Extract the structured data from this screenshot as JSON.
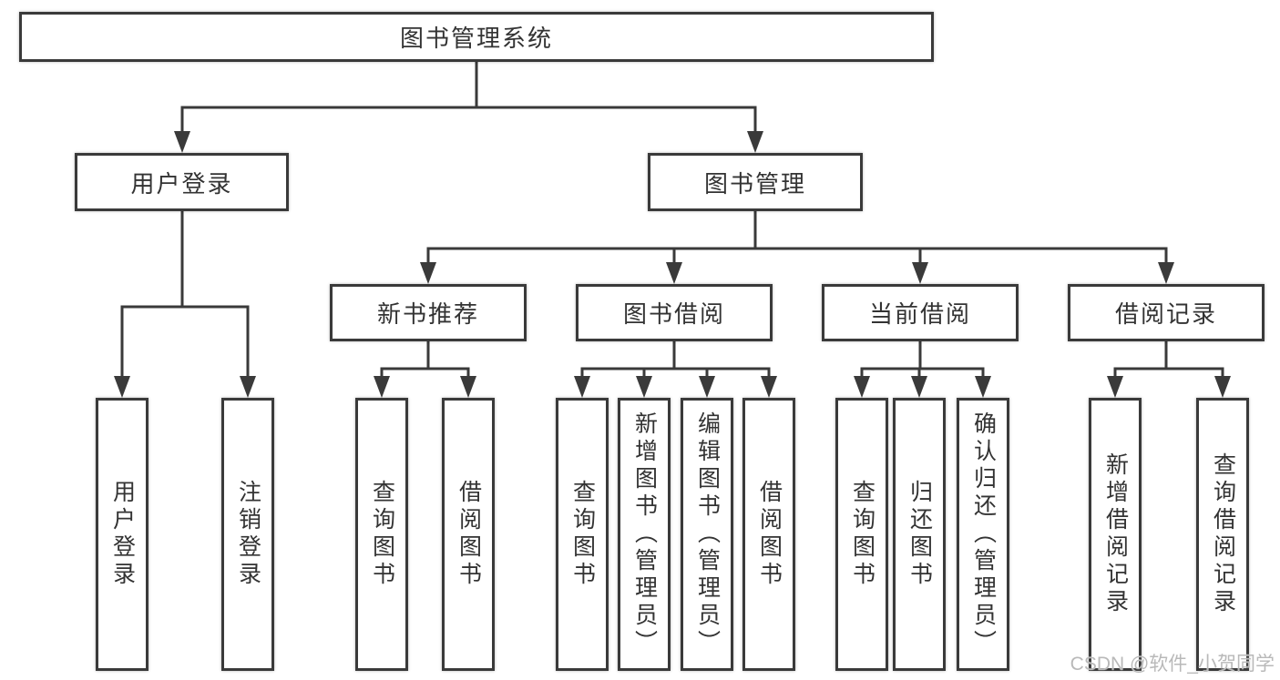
{
  "watermark": "CSDN @软件_小贺同学",
  "colors": {
    "line": "#3a3a3a",
    "box_border": "#3a3a3a",
    "box_bg": "#ffffff",
    "text": "#333333",
    "watermark": "#b9b9b9"
  },
  "diagram": {
    "root": {
      "label": "图书管理系统"
    },
    "branches": [
      {
        "label": "用户登录",
        "children": [
          {
            "label": "用户登录"
          },
          {
            "label": "注销登录"
          }
        ]
      },
      {
        "label": "图书管理",
        "children": [
          {
            "label": "新书推荐",
            "children": [
              {
                "label": "查询图书"
              },
              {
                "label": "借阅图书"
              }
            ]
          },
          {
            "label": "图书借阅",
            "children": [
              {
                "label": "查询图书"
              },
              {
                "label": "新增图书（管理员）"
              },
              {
                "label": "编辑图书（管理员）"
              },
              {
                "label": "借阅图书"
              }
            ]
          },
          {
            "label": "当前借阅",
            "children": [
              {
                "label": "查询图书"
              },
              {
                "label": "归还图书"
              },
              {
                "label": "确认归还（管理员）"
              }
            ]
          },
          {
            "label": "借阅记录",
            "children": [
              {
                "label": "新增借阅记录"
              },
              {
                "label": "查询借阅记录"
              }
            ]
          }
        ]
      }
    ]
  }
}
